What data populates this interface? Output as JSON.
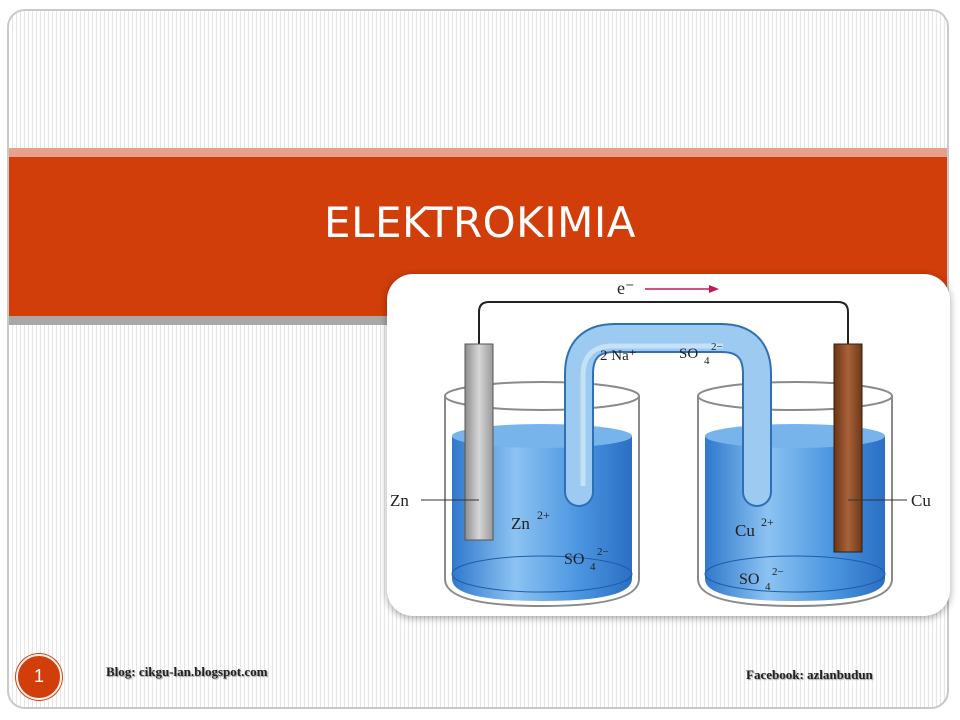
{
  "slide": {
    "title": "ELEKTROKIMIA",
    "number": "1",
    "footer_left": "Blog: cikgu-lan.blogspot.com",
    "footer_right": "Facebook: azlanbudun"
  },
  "diagram": {
    "electron_label": "e⁻",
    "salt_bridge_cation": "2 Na⁺",
    "salt_bridge_anion": "SO",
    "salt_bridge_anion_sub": "4",
    "salt_bridge_anion_sup": "2−",
    "anode_label": "Zn",
    "cathode_label": "Cu",
    "left_ion": "Zn",
    "left_ion_sup": "2+",
    "left_anion": "SO",
    "left_anion_sub": "4",
    "left_anion_sup": "2−",
    "right_ion": "Cu",
    "right_ion_sup": "2+",
    "right_anion": "SO",
    "right_anion_sub": "4",
    "right_anion_sup": "2−"
  },
  "colors": {
    "accent_red": "#d13e0a",
    "solution_blue": "#3f8fe0",
    "electron_arrow": "#c2185b",
    "zinc_gray": "#b5b5b5",
    "copper_brown": "#8b4a22"
  }
}
